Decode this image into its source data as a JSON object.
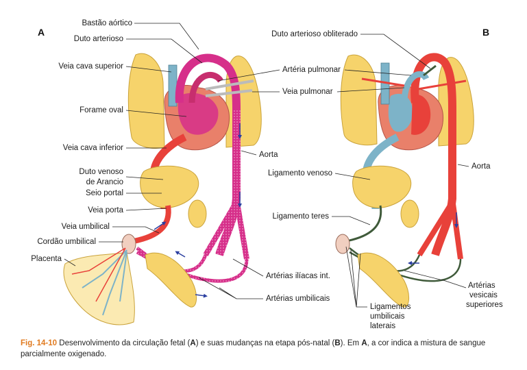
{
  "panels": {
    "a": "A",
    "b": "B"
  },
  "labels_a": {
    "bastao": "Bastão aórtico",
    "duto_arterioso": "Duto arterioso",
    "veia_cava_superior": "Veia cava superior",
    "forame_oval": "Forame oval",
    "veia_cava_inferior": "Veia cava inferior",
    "duto_venoso_1": "Duto venoso",
    "duto_venoso_2": "de Arancio",
    "seio_portal": "Seio portal",
    "veia_porta": "Veia porta",
    "veia_umbilical": "Veia umbilical",
    "cordao_umbilical": "Cordão umbilical",
    "placenta": "Placenta"
  },
  "labels_mid": {
    "arteria_pulmonar": "Artéria pulmonar",
    "veia_pulmonar": "Veia pulmonar",
    "aorta_a": "Aorta",
    "arterias_iliacas": "Artérias ilíacas int.",
    "arterias_umbilicais": "Artérias umbilicais"
  },
  "labels_b": {
    "duto_obliterado": "Duto arterioso obliterado",
    "ligamento_venoso": "Ligamento venoso",
    "ligamento_teres": "Ligamento teres",
    "aorta_b": "Aorta",
    "arterias_vesicais_1": "Artérias",
    "arterias_vesicais_2": "vesicais",
    "arterias_vesicais_3": "superiores",
    "ligamentos_1": "Ligamentos",
    "ligamentos_2": "umbilicais",
    "ligamentos_3": "laterais"
  },
  "caption": {
    "fig": "Fig. 14-10",
    "t1": " Desenvolvimento da circulação fetal (",
    "a1": "A",
    "t2": ") e suas mudanças na etapa pós-natal (",
    "b1": "B",
    "t3": "). Em ",
    "a2": "A",
    "t4": ", a cor indica a mistura de sangue parcialmente oxigenado."
  },
  "colors": {
    "oxygenated": "#e8413a",
    "deoxygenated": "#7db3c8",
    "mixed": "#d62f8a",
    "lung": "#f6d36b",
    "heart": "#e9806a",
    "ligament": "#3f5a3a",
    "flow_arrow": "#2b3fa0"
  }
}
